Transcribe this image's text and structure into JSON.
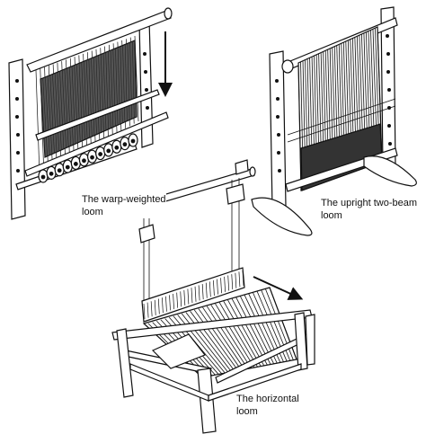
{
  "labels": {
    "warp_weighted": {
      "line1": "The warp-weighted",
      "line2": "loom"
    },
    "upright_two_beam": {
      "line1": "The upright two-beam",
      "line2": "loom"
    },
    "horizontal": {
      "line1": "The horizontal",
      "line2": "loom"
    }
  },
  "colors": {
    "ink": "#111111",
    "wood": "#ffffff",
    "background": "#ffffff"
  },
  "arrows": {
    "warp_weighted": "down",
    "horizontal": "right"
  }
}
